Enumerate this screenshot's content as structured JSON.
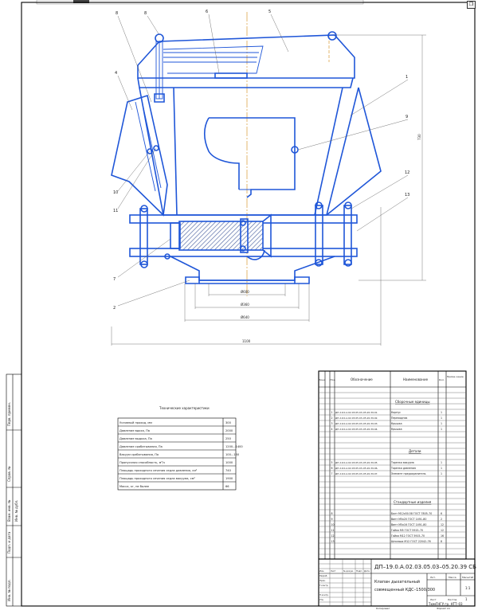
{
  "callouts": [
    "8",
    "8",
    "6",
    "5",
    "4",
    "1",
    "9",
    "10",
    "11",
    "12",
    "13",
    "7",
    "2"
  ],
  "dimensions": {
    "height": "730",
    "inner_600": "Ø600",
    "inner_360": "Ø360",
    "outer_640": "Ø640",
    "total_1100": "1100"
  },
  "tech_specs": {
    "title": "Технические характеристики",
    "rows": [
      {
        "label": "Условный проход, мм",
        "value": "300"
      },
      {
        "label": "Давление вдоха, Па",
        "value": "2000"
      },
      {
        "label": "Давление выдоха, Па",
        "value": "250"
      },
      {
        "label": "Давление срабатывания, Па",
        "value": "1200...1400"
      },
      {
        "label": "Вакуум срабатывания, Па",
        "value": "100...150"
      },
      {
        "label": "Пропускная способность, м³/ч",
        "value": "1000"
      },
      {
        "label": "Площадь проходного сечения седла давления, см²",
        "value": "740"
      },
      {
        "label": "Площадь проходного сечения седла вакуума, см²",
        "value": "1900"
      },
      {
        "label": "Масса, кг, не более",
        "value": "66"
      }
    ]
  },
  "spec_table": {
    "header_zone": "Зона",
    "header_pos": "Поз.",
    "header_designation": "Обозначение",
    "header_name": "Наименование",
    "header_qty": "Кол.",
    "header_note": "Приме-чание",
    "section_assembly": "Сборочные единицы",
    "section_parts": "Детали",
    "section_standard": "Стандартные изделия",
    "assembly_rows": [
      {
        "pos": "1",
        "designation": "ДП–19.0.А.02.03.05.03–05.20.39.01.",
        "name": "Корпус",
        "qty": "1"
      },
      {
        "pos": "2",
        "designation": "ДП–19.0.А.02.03.05.03–05.20.39.02.",
        "name": "Переходник",
        "qty": "1"
      },
      {
        "pos": "3",
        "designation": "ДП–19.0.А.02.03.05.03–05.20.39.03.",
        "name": "Крышка",
        "qty": "1"
      },
      {
        "pos": "4",
        "designation": "ДП–19.0.А.02.03.05.03–05.20.39.04.",
        "name": "Крышка",
        "qty": "1"
      }
    ],
    "parts_rows": [
      {
        "pos": "5",
        "designation": "ДП–19.0.А.02.03.05.03–05.20.39.05.",
        "name": "Тарелка вакуума",
        "qty": "1"
      },
      {
        "pos": "6",
        "designation": "ДП–19.0.А.02.03.05.03–05.20.39.06.",
        "name": "Тарелка давления",
        "qty": "1"
      },
      {
        "pos": "7",
        "designation": "ДП–19.0.А.02.03.05.03–05.20.39.07.",
        "name": "Элемент предохранитель",
        "qty": "1"
      }
    ],
    "standard_rows": [
      {
        "pos": "8",
        "name": "Болт М12х50.58 ГОСТ 7805–70",
        "qty": "6"
      },
      {
        "pos": "9",
        "name": "Винт М5х20 ГОСТ 1491–80",
        "qty": "2"
      },
      {
        "pos": "10",
        "name": "Винт М5х16 ГОСТ 1491–80",
        "qty": "12"
      },
      {
        "pos": "11",
        "name": "Гайка М5 ГОСТ 5915–70",
        "qty": "12"
      },
      {
        "pos": "12",
        "name": "Гайка М12 ГОСТ 5915–70",
        "qty": "16"
      },
      {
        "pos": "13",
        "name": "Шпилька М12 ГОСТ 22042–76",
        "qty": "8"
      }
    ]
  },
  "title_block": {
    "document_code": "ДП–19.0.А.02.03.05.03–05.20.39 СБ",
    "product_name_line1": "Клапан дыхательный",
    "product_name_line2": "совмещенный КДС–1500/300",
    "litera": "Лит.",
    "mass": "Масса",
    "scale": "Масштаб",
    "scale_value": "1:1",
    "sheet": "Лист",
    "sheets": "Листов",
    "sheets_value": "1",
    "organization": "ТюмГНГУ гр. НТТ–03",
    "role_izm": "Изм.",
    "role_list": "Лист",
    "role_doc": "№ докум.",
    "role_sign": "Подп.",
    "role_date": "Дата",
    "role_develop": "Разраб.",
    "role_check": "Пров.",
    "role_tcontrol": "Т.контр.",
    "role_ncontrol": "Н.контр.",
    "role_approve": "Утв.",
    "copy_label": "Копировал",
    "format_label": "Формат А1"
  },
  "side_strip": {
    "inv_podl": "Инв. № подл.",
    "podp_data": "Подп. и дата",
    "vzam_inv": "Взам. инв. №",
    "inv_dubl": "Инв. № дубл.",
    "sprav": "Справ. №",
    "perv_primen": "Перв. примен."
  },
  "colors": {
    "outline": "#1f56d8",
    "axis": "#e0b060",
    "text": "#1a1a1a"
  },
  "icons": [
    "window-restore-icon"
  ]
}
